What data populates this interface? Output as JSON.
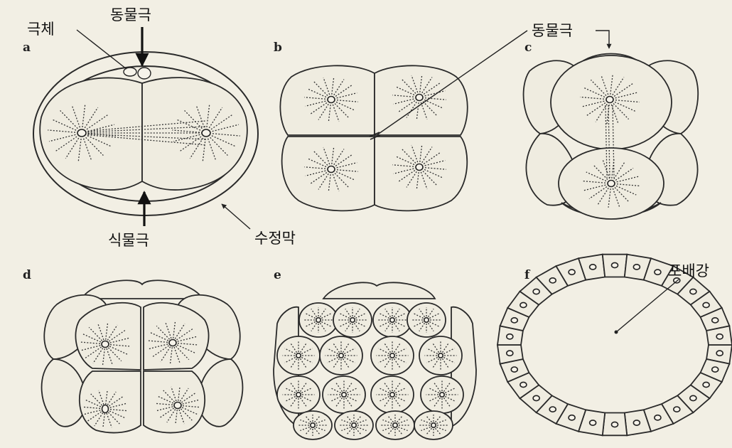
{
  "panels": [
    "a",
    "b",
    "c",
    "d",
    "e",
    "f"
  ],
  "labels": {
    "polar_body": "극체",
    "animal_pole_a": "동물극",
    "vegetal_pole": "식물극",
    "fertilization_membrane": "수정막",
    "animal_pole_bc": "동물극",
    "blastocoel": "포배강"
  }
}
